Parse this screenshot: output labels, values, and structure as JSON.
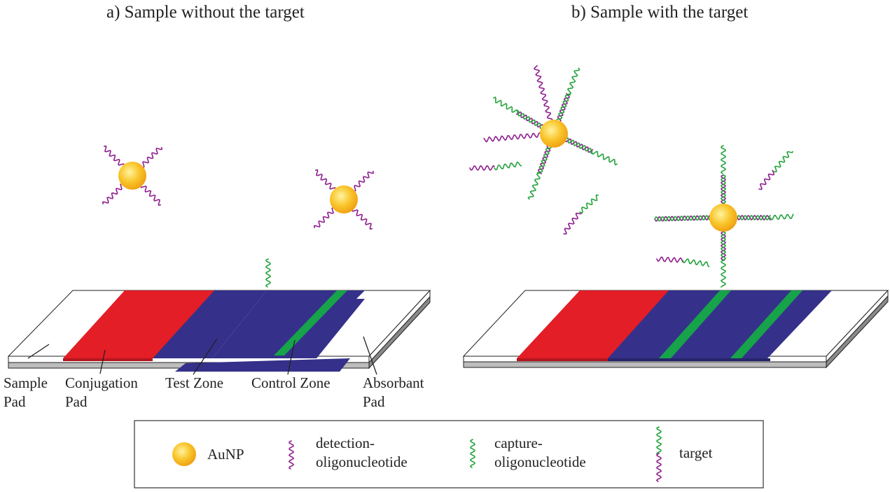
{
  "panels": {
    "a_title": "a) Sample without the target",
    "b_title": "b) Sample with the target"
  },
  "strip_labels": {
    "sample_pad_1": "Sample",
    "sample_pad_2": "Pad",
    "conjugation_pad_1": "Conjugation",
    "conjugation_pad_2": "Pad",
    "test_zone": "Test Zone",
    "control_zone": "Control Zone",
    "absorbant_pad_1": "Absorbant",
    "absorbant_pad_2": "Pad"
  },
  "legend": {
    "aunp": "AuNP",
    "detection_1": "detection-",
    "detection_2": "oligonucleotide",
    "capture_1": "capture-",
    "capture_2": "oligonucleotide",
    "target": "target"
  },
  "colors": {
    "conjugation_pad": "#e31e26",
    "membrane": "#35318a",
    "capture_line": "#16a34a",
    "detection_oligo": "#8e1f8e",
    "capture_oligo": "#22a33a",
    "aunp": "#f7b81c"
  }
}
